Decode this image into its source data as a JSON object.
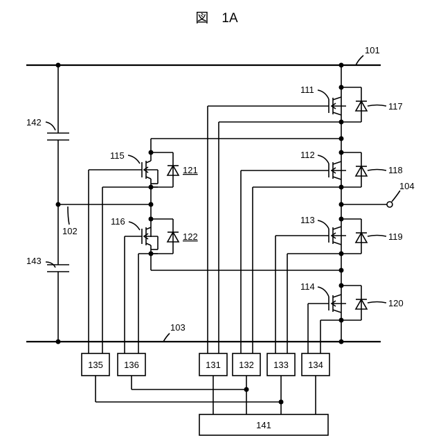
{
  "figure": {
    "title": "図　1A"
  },
  "references": {
    "bus_top": "101",
    "midpoint": "102",
    "bus_bottom": "103",
    "output": "104",
    "sw_111": "111",
    "sw_112": "112",
    "sw_113": "113",
    "sw_114": "114",
    "sw_115": "115",
    "sw_116": "116",
    "diode_117": "117",
    "diode_118": "118",
    "diode_119": "119",
    "diode_120": "120",
    "diode_121": "121",
    "diode_122": "122",
    "cap_142": "142",
    "cap_143": "143"
  },
  "drivers": [
    {
      "label": "135"
    },
    {
      "label": "136"
    },
    {
      "label": "131"
    },
    {
      "label": "132"
    },
    {
      "label": "133"
    },
    {
      "label": "134"
    }
  ],
  "controller": {
    "label": "141"
  }
}
